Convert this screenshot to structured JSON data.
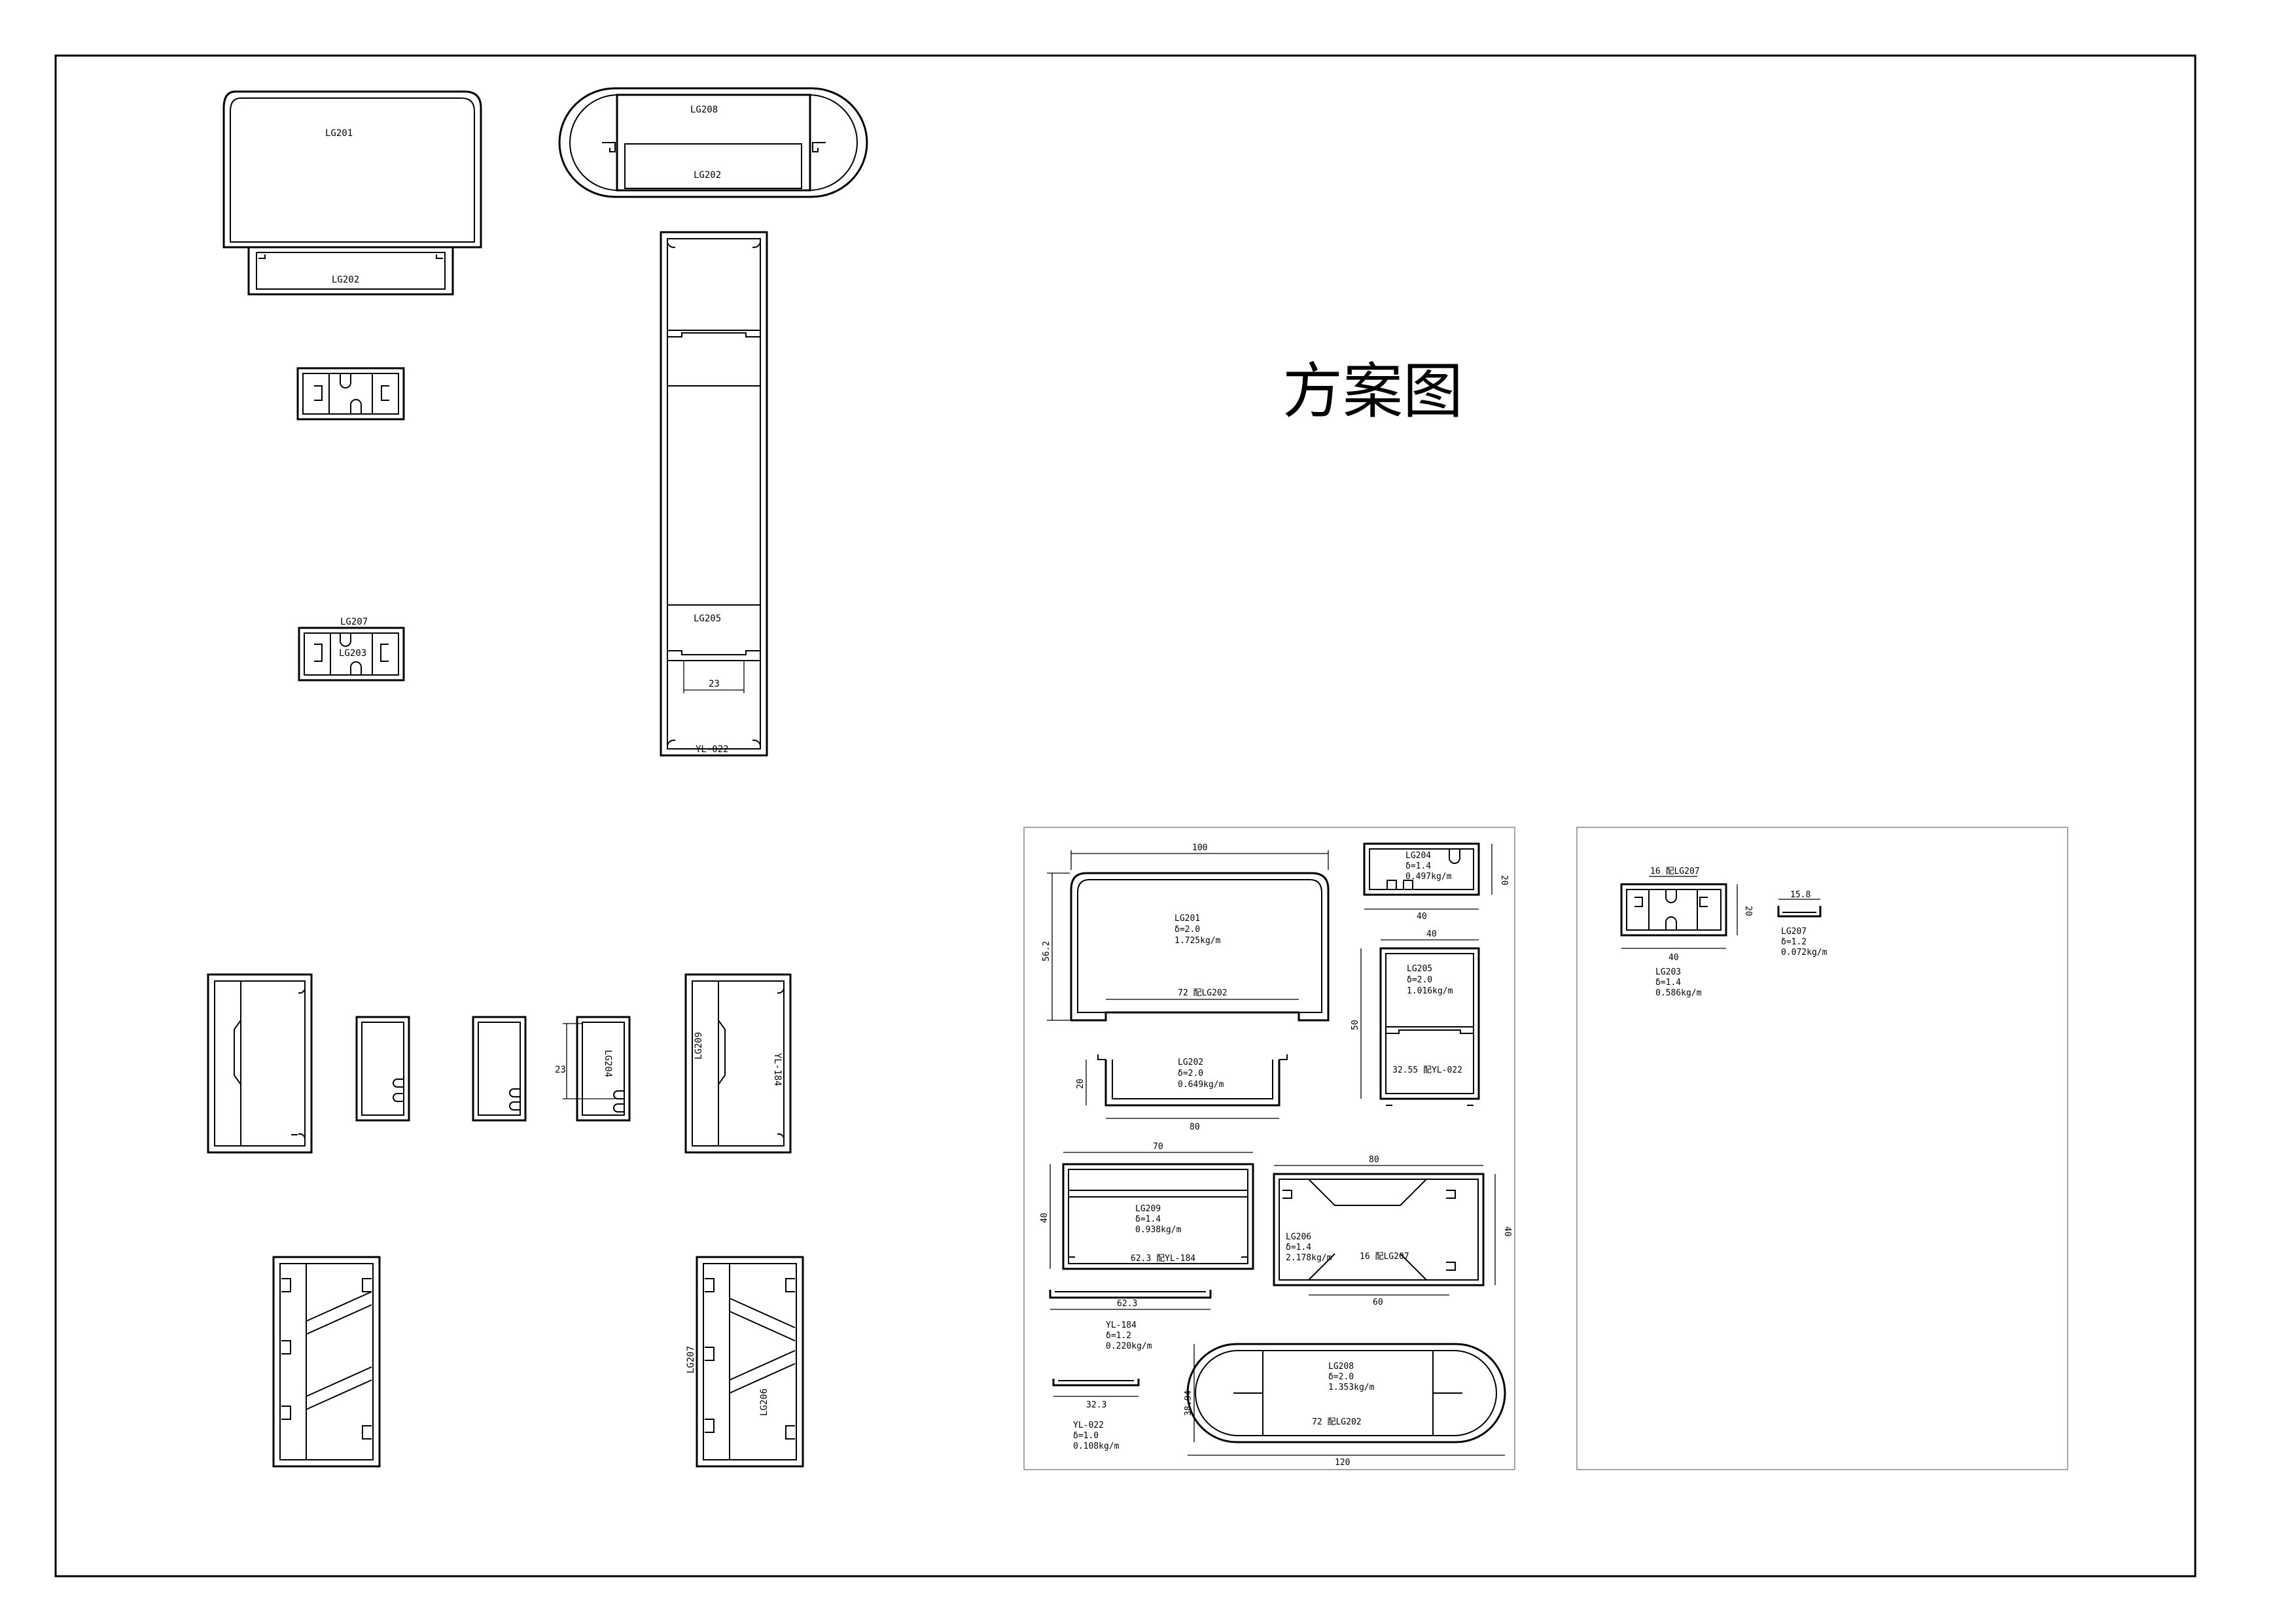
{
  "title": "方案图",
  "assembly_labels": {
    "top_left_upper": "LG201",
    "top_left_lower": "LG202",
    "oval_upper": "LG208",
    "oval_lower": "LG202",
    "mid_upper": "LG207",
    "mid_lower": "LG203",
    "column_mid": "LG205",
    "column_dim": "23",
    "column_bottom": "YL-022",
    "small_dim": "23",
    "small_rot": "LG204",
    "right_box_left": "LG209",
    "right_box_right": "YL-184",
    "bottom_right_left": "LG207",
    "bottom_right_right": "LG206"
  },
  "sheet_a": {
    "lg201": {
      "name": "LG201",
      "thickness": "δ=2.0",
      "weight": "1.725kg/m",
      "width": "100",
      "height": "56.2",
      "mate": "72 配LG202"
    },
    "lg202": {
      "name": "LG202",
      "thickness": "δ=2.0",
      "weight": "0.649kg/m",
      "width": "80",
      "height": "20"
    },
    "lg204": {
      "name": "LG204",
      "thickness": "δ=1.4",
      "weight": "0.497kg/m",
      "width": "40",
      "height": "20"
    },
    "lg205": {
      "name": "LG205",
      "thickness": "δ=2.0",
      "weight": "1.016kg/m",
      "width": "40",
      "height": "50",
      "mate": "32.55 配YL-022"
    },
    "lg209": {
      "name": "LG209",
      "thickness": "δ=1.4",
      "weight": "0.938kg/m",
      "width": "70",
      "height": "40",
      "mate": "62.3 配YL-184"
    },
    "lg206": {
      "name": "LG206",
      "thickness": "δ=1.4",
      "weight": "2.178kg/m",
      "width": "80",
      "height": "40",
      "bottom": "60",
      "mate": "16 配LG207"
    },
    "yl184": {
      "name": "YL-184",
      "thickness": "δ=1.2",
      "weight": "0.220kg/m",
      "width": "62.3"
    },
    "lg208": {
      "name": "LG208",
      "thickness": "δ=2.0",
      "weight": "1.353kg/m",
      "width": "120",
      "height": "38.94",
      "mate": "72 配LG202"
    },
    "yl022": {
      "name": "YL-022",
      "thickness": "δ=1.0",
      "weight": "0.108kg/m",
      "width": "32.3"
    }
  },
  "sheet_b": {
    "lg203": {
      "name": "LG203",
      "thickness": "δ=1.4",
      "weight": "0.586kg/m",
      "width": "40",
      "height": "20",
      "mate": "16 配LG207"
    },
    "lg207": {
      "name": "LG207",
      "thickness": "δ=1.2",
      "weight": "0.072kg/m",
      "width": "15.8"
    }
  }
}
